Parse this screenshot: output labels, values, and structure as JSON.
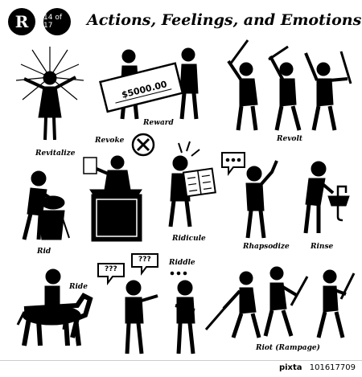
{
  "header": {
    "series_letter": "R",
    "page_indicator": "14 of 17",
    "title": "Actions, Feelings, and Emotions"
  },
  "icons": [
    {
      "name": "revitalize",
      "label": "Revitalize"
    },
    {
      "name": "reward",
      "label": "Reward",
      "cheque_amount": "$5000.00"
    },
    {
      "name": "revolt",
      "label": "Revolt"
    },
    {
      "name": "revoke",
      "label": "Revoke"
    },
    {
      "name": "rid",
      "label": "Rid"
    },
    {
      "name": "ridicule",
      "label": "Ridicule"
    },
    {
      "name": "rhapsodize",
      "label": "Rhapsodize"
    },
    {
      "name": "rinse",
      "label": "Rinse"
    },
    {
      "name": "ride",
      "label": "Ride"
    },
    {
      "name": "riddle",
      "label": "Riddle",
      "bubble_1": "???",
      "bubble_2": "???"
    },
    {
      "name": "riot",
      "label": "Riot (Rampage)"
    }
  ],
  "footer": {
    "stock_id": "101617709",
    "stock_logo_text": "pixta"
  }
}
